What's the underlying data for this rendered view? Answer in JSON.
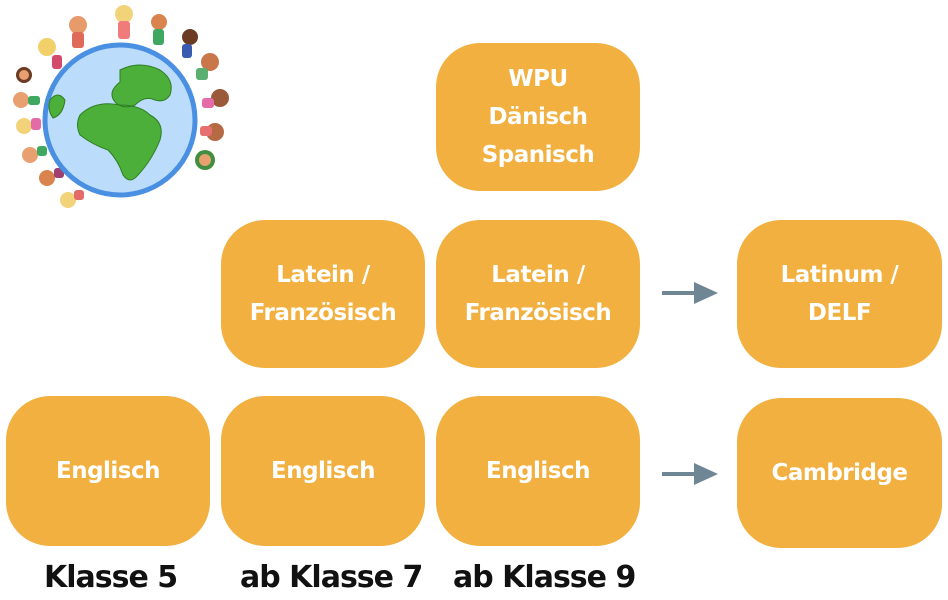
{
  "diagram": {
    "title_image": "globe-with-children-illustration",
    "colors": {
      "box_fill": "#f1b03f",
      "box_text": "#ffffff",
      "arrow": "#6f8794",
      "label_text": "#111111"
    },
    "boxes": {
      "wpu": {
        "lines": [
          "WPU",
          "Dänisch",
          "Spanisch"
        ]
      },
      "latein_7": {
        "lines": [
          "Latein /",
          "Französisch"
        ]
      },
      "latein_9": {
        "lines": [
          "Latein /",
          "Französisch"
        ]
      },
      "latinum": {
        "lines": [
          "Latinum /",
          "DELF"
        ]
      },
      "englisch_5": {
        "lines": [
          "Englisch"
        ]
      },
      "englisch_7": {
        "lines": [
          "Englisch"
        ]
      },
      "englisch_9": {
        "lines": [
          "Englisch"
        ]
      },
      "cambridge": {
        "lines": [
          "Cambridge"
        ]
      }
    },
    "column_labels": [
      "Klasse 5",
      "ab Klasse 7",
      "ab Klasse 9"
    ],
    "arrows": [
      {
        "from": "Latein / Französisch (ab Klasse 9)",
        "to": "Latinum / DELF",
        "icon": "arrow-right-icon"
      },
      {
        "from": "Englisch (ab Klasse 9)",
        "to": "Cambridge",
        "icon": "arrow-right-icon"
      }
    ]
  }
}
